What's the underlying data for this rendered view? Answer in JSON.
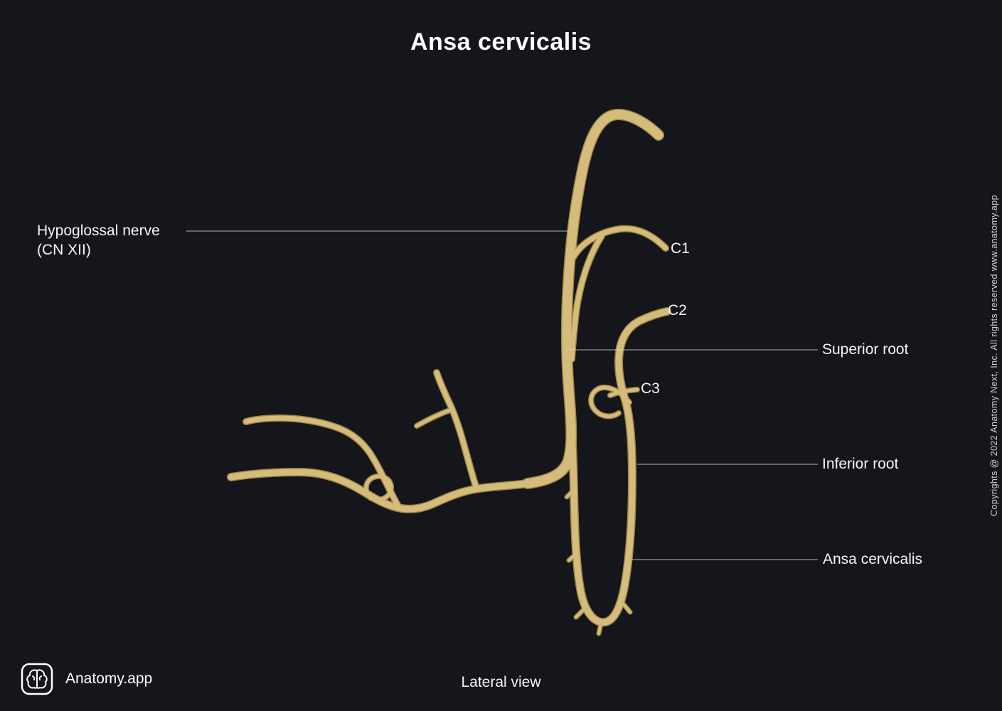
{
  "title": "Ansa cervicalis",
  "caption": "Lateral view",
  "brand": {
    "name": "Anatomy.app"
  },
  "copyright": "Copyrights @ 2022 Anatomy Next, Inc. All rights reserved www.anatomy.app",
  "labels": {
    "hypoglossal_line1": "Hypoglossal nerve",
    "hypoglossal_line2": "(CN XII)",
    "c1": "C1",
    "c2": "C2",
    "c3": "C3",
    "superior_root": "Superior root",
    "inferior_root": "Inferior root",
    "ansa_cervicalis": "Ansa cervicalis"
  },
  "colors": {
    "background": "#14161b",
    "nerve": "#d5bc7a",
    "nerve_shadow": "#9e8548",
    "leader": "#d9d9d9",
    "text": "#f5f5f5"
  }
}
